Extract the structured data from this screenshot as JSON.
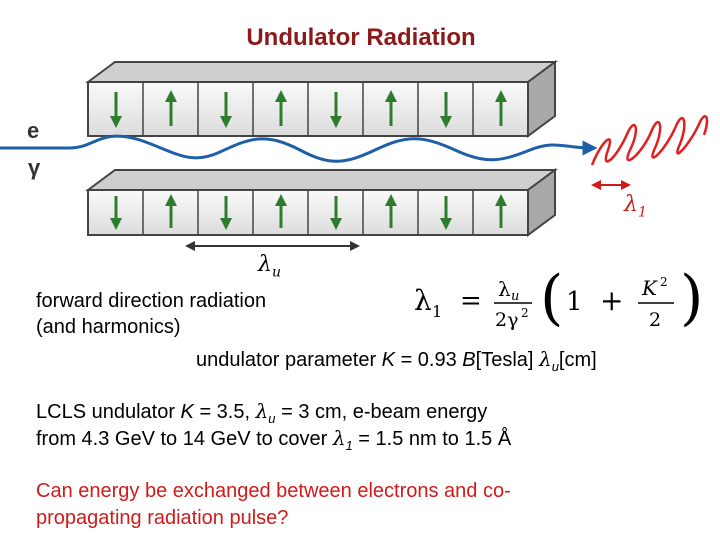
{
  "title": "Undulator Radiation",
  "diagram": {
    "electron_label": "e",
    "gamma_label": "γ",
    "lambda_u_label": "λ",
    "lambda_u_sub": "u",
    "lambda1_label": "λ",
    "lambda1_sub": "1",
    "colors": {
      "beam": "#1f5fa8",
      "arrows": "#2e7d2e",
      "radiation": "#e02020",
      "magnet_edge": "#444444",
      "title": "#8b1a1a",
      "question": "#d11a1a"
    },
    "icons": [
      "electron-beam-arrow-icon",
      "magnet-field-arrow-icon",
      "radiation-wave-icon"
    ]
  },
  "formula": {
    "lambda1": "λ",
    "sub1": "1",
    "eq": "=",
    "num": "λ",
    "num_sub": "u",
    "den": "2γ",
    "den_sup": "2",
    "one": "1",
    "plus": "+",
    "k": "K",
    "k_sup": "2",
    "two": "2"
  },
  "text": {
    "line1": "forward direction radiation",
    "line2": "(and harmonics)",
    "param_prefix": "undulator parameter ",
    "param_k": "K",
    "param_eq": " = 0.93 ",
    "param_b": "B",
    "param_tesla": "[Tesla] ",
    "param_lambda": "λ",
    "param_lambda_sub": "u",
    "param_cm": "[cm]",
    "lcls_prefix": "LCLS undulator ",
    "lcls_k": "K",
    "lcls_k_val": " = 3.5, ",
    "lcls_lambda": "λ",
    "lcls_lambda_sub": "u",
    "lcls_rest": " = 3 cm, e-beam energy",
    "energy_line_prefix": "from 4.3 GeV to 14 GeV to cover ",
    "energy_lambda": "λ",
    "energy_lambda_sub": "1",
    "energy_line_rest": " = 1.5 nm to 1.5 Å",
    "question1": "Can energy be exchanged between electrons and co-",
    "question2": "propagating radiation pulse?"
  }
}
